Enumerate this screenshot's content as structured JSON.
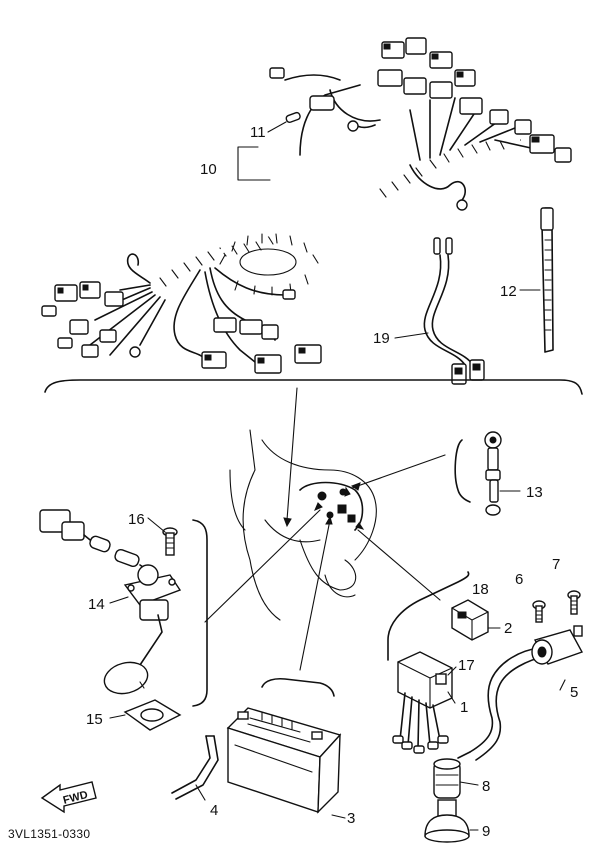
{
  "diagram_code": "3VL1351-0330",
  "fwd_label": "FWD",
  "callouts": {
    "c1": "1",
    "c2": "2",
    "c3": "3",
    "c4": "4",
    "c5": "5",
    "c6": "6",
    "c7": "7",
    "c8": "8",
    "c9": "9",
    "c10": "10",
    "c11": "11",
    "c12": "12",
    "c13": "13",
    "c14": "14",
    "c15": "15",
    "c16": "16",
    "c17": "17",
    "c18": "18",
    "c19": "19"
  }
}
